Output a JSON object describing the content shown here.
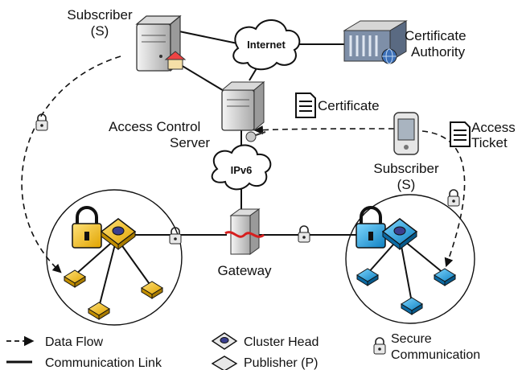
{
  "nodes": {
    "subscriber_top": {
      "line1": "Subscriber",
      "line2": "(S)"
    },
    "internet": {
      "label": "Internet"
    },
    "certificate_authority": {
      "line1": "Certificate",
      "line2": "Authority"
    },
    "access_control_server": {
      "line1": "Access Control",
      "line2": "Server"
    },
    "certificate": {
      "label": "Certificate"
    },
    "access_ticket": {
      "line1": "Access",
      "line2": "Ticket"
    },
    "ipv6": {
      "label": "IPv6"
    },
    "subscriber_mobile": {
      "line1": "Subscriber",
      "line2": "(S)"
    },
    "gateway": {
      "label": "Gateway"
    }
  },
  "legend": {
    "data_flow": "Data Flow",
    "communication_link": "Communication Link",
    "cluster_head": "Cluster Head",
    "publisher": "Publisher (P)",
    "secure_line1": "Secure",
    "secure_line2": "Communication"
  },
  "colors": {
    "yellow_cluster": "#f2b600",
    "blue_cluster": "#1aa6e0",
    "server_gray": "#bdbdbd",
    "gateway_red": "#d61f1f"
  }
}
